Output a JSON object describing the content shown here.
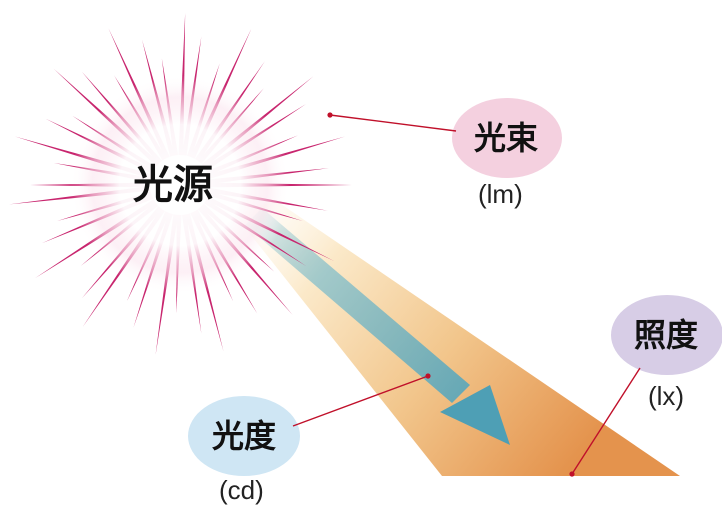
{
  "source": {
    "label": "光源"
  },
  "luminous_flux": {
    "label": "光束",
    "unit": "(lm)"
  },
  "illuminance": {
    "label": "照度",
    "unit": "(lx)"
  },
  "luminous_intensity": {
    "label": "光度",
    "unit": "(cd)"
  },
  "colors": {
    "burst_rays": "#c8256e",
    "flux_bubble": "#f4d0df",
    "illuminance_bubble": "#d7cde6",
    "intensity_bubble": "#cfe6f4",
    "beam_light": "#fdf1dc",
    "beam_dark": "#e59a55",
    "arrow": "#5aa8bd",
    "leader_line": "#c0102a"
  }
}
